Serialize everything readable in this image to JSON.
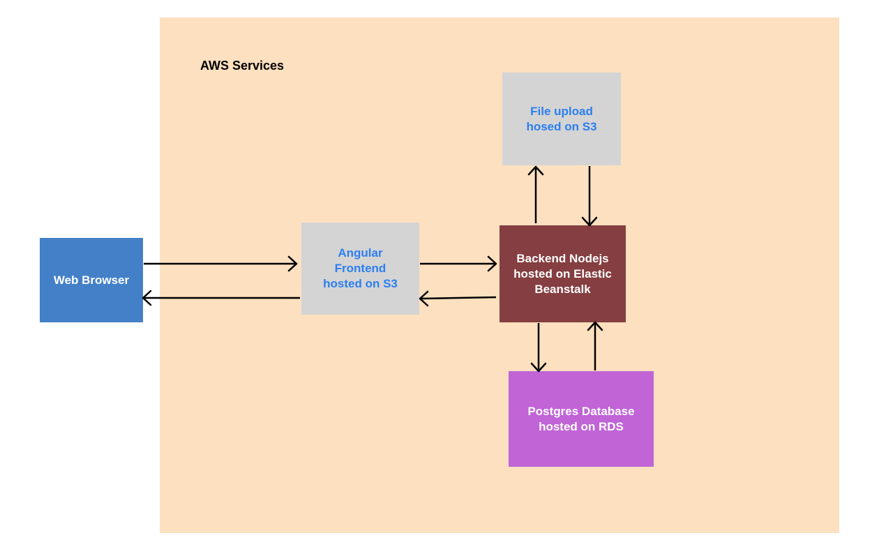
{
  "region": {
    "label": "AWS Services",
    "color": "#fce0bf"
  },
  "nodes": {
    "web_browser": {
      "lines": [
        "Web Browser"
      ],
      "bg": "#4380c8",
      "text_color": "#ffffff"
    },
    "angular_frontend": {
      "lines": [
        "Angular",
        "Frontend",
        "hosted on S3"
      ],
      "bg": "#d4d4d4",
      "text_color": "#2c7ff0"
    },
    "file_upload": {
      "lines": [
        "File upload",
        "hosed on S3"
      ],
      "bg": "#d4d4d4",
      "text_color": "#2c7ff0"
    },
    "backend": {
      "lines": [
        "Backend Nodejs",
        "hosted on Elastic",
        "Beanstalk"
      ],
      "bg": "#853e41",
      "text_color": "#ffffff"
    },
    "postgres": {
      "lines": [
        "Postgres Database",
        "hosted on RDS"
      ],
      "bg": "#c064d6",
      "text_color": "#ffffff"
    }
  },
  "edges": [
    {
      "from": "web_browser",
      "to": "angular_frontend"
    },
    {
      "from": "angular_frontend",
      "to": "web_browser"
    },
    {
      "from": "angular_frontend",
      "to": "backend"
    },
    {
      "from": "backend",
      "to": "angular_frontend"
    },
    {
      "from": "backend",
      "to": "file_upload"
    },
    {
      "from": "file_upload",
      "to": "backend"
    },
    {
      "from": "backend",
      "to": "postgres"
    },
    {
      "from": "postgres",
      "to": "backend"
    }
  ]
}
